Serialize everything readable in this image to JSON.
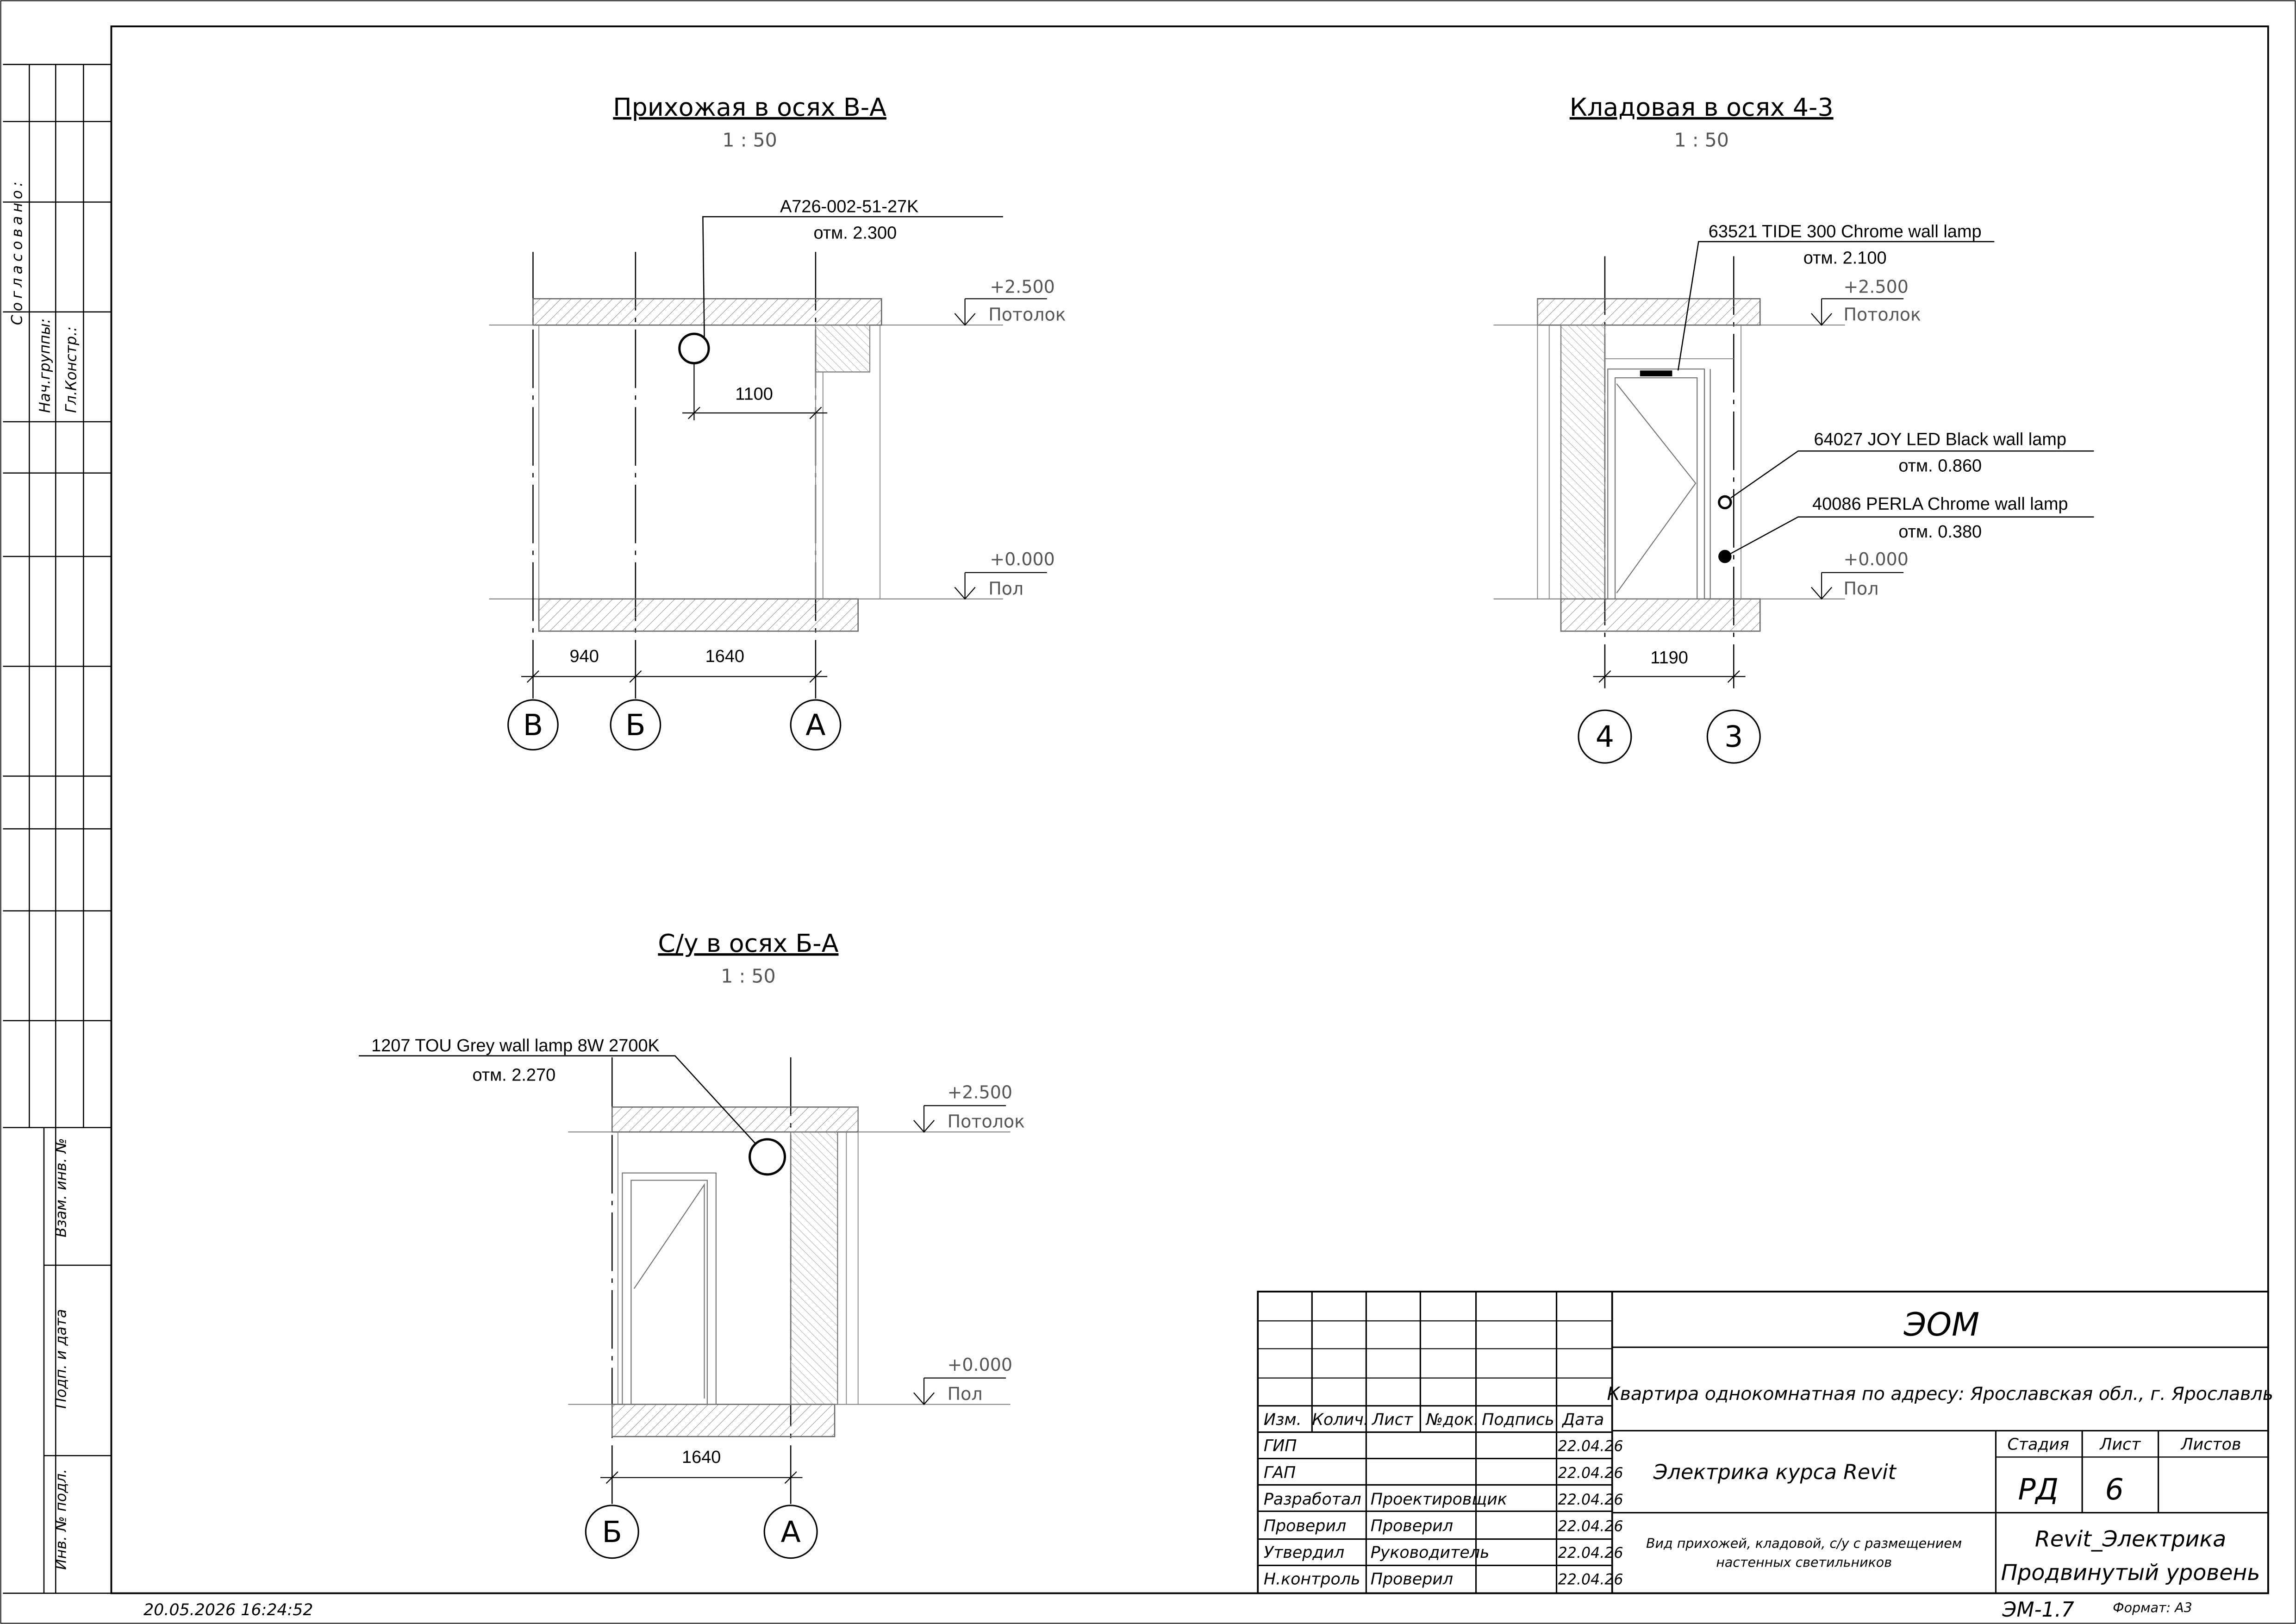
{
  "colors": {
    "line": "#000000",
    "hatch": "#7a7a7a",
    "wall": "#9a9a9a"
  },
  "views": {
    "hallway": {
      "title": "Прихожая в осях В-А",
      "scale": "1 : 50",
      "lamp_label": "A726-002-51-27K",
      "lamp_elev": "отм. 2.300",
      "ceiling_elev": "+2.500",
      "ceiling_label": "Потолок",
      "floor_elev": "+0.000",
      "floor_label": "Пол",
      "dim_lamp": "1100",
      "dim_1": "940",
      "dim_2": "1640",
      "axes": [
        "В",
        "Б",
        "А"
      ]
    },
    "storage": {
      "title": "Кладовая в осях 4-3",
      "scale": "1 : 50",
      "lamp1_label": "63521 TIDE 300 Chrome wall lamp",
      "lamp1_elev": "отм. 2.100",
      "lamp2_label": "64027 JOY LED Black wall lamp",
      "lamp2_elev": "отм. 0.860",
      "lamp3_label": "40086 PERLA Chrome wall lamp",
      "lamp3_elev": "отм. 0.380",
      "ceiling_elev": "+2.500",
      "ceiling_label": "Потолок",
      "floor_elev": "+0.000",
      "floor_label": "Пол",
      "dim_1": "1190",
      "axes": [
        "4",
        "3"
      ]
    },
    "bathroom": {
      "title": "С/у в осях Б-А",
      "scale": "1 : 50",
      "lamp_label": "1207 TOU Grey wall lamp 8W 2700K",
      "lamp_elev": "отм. 2.270",
      "ceiling_elev": "+2.500",
      "ceiling_label": "Потолок",
      "floor_elev": "+0.000",
      "floor_label": "Пол",
      "dim_1": "1640",
      "axes": [
        "Б",
        "А"
      ]
    }
  },
  "side_stamp": {
    "agreed": "Согласовано:",
    "head_group": "Нач.группы:",
    "chief_designer": "Гл.Констр.:",
    "replacement_inv": "Взам. инв. №",
    "sign_date": "Подп. и дата",
    "inv_orig": "Инв. № подл."
  },
  "title_block": {
    "code": "ЭОМ",
    "address": "Квартира однокомнатная по адресу: Ярославская обл., г. Ярославль",
    "project": "Электрика курса Revit",
    "description_1": "Вид прихожей, кладовой, с/у с размещением",
    "description_2": "настенных светильников",
    "stage_hdr": "Стадия",
    "sheet_hdr": "Лист",
    "sheets_hdr": "Листов",
    "stage": "РД",
    "sheet": "6",
    "sheets": "",
    "org_1": "Revit_Электрика",
    "org_2": "Продвинутый уровень",
    "sheet_code": "ЭМ-1.7",
    "format": "Формат: А3",
    "headers": [
      "Изм.",
      "Колич.",
      "Лист",
      "№док.",
      "Подпись",
      "Дата"
    ],
    "rows": [
      {
        "role": "ГИП",
        "name": "",
        "date": "22.04.26"
      },
      {
        "role": "ГАП",
        "name": "",
        "date": "22.04.26"
      },
      {
        "role": "Разработал",
        "name": "Проектировщик",
        "date": "22.04.26"
      },
      {
        "role": "Проверил",
        "name": "Проверил",
        "date": "22.04.26"
      },
      {
        "role": "Утвердил",
        "name": "Руководитель",
        "date": "22.04.26"
      },
      {
        "role": "Н.контроль",
        "name": "Проверил",
        "date": "22.04.26"
      }
    ]
  },
  "print_timestamp": "20.05.2026 16:24:52"
}
